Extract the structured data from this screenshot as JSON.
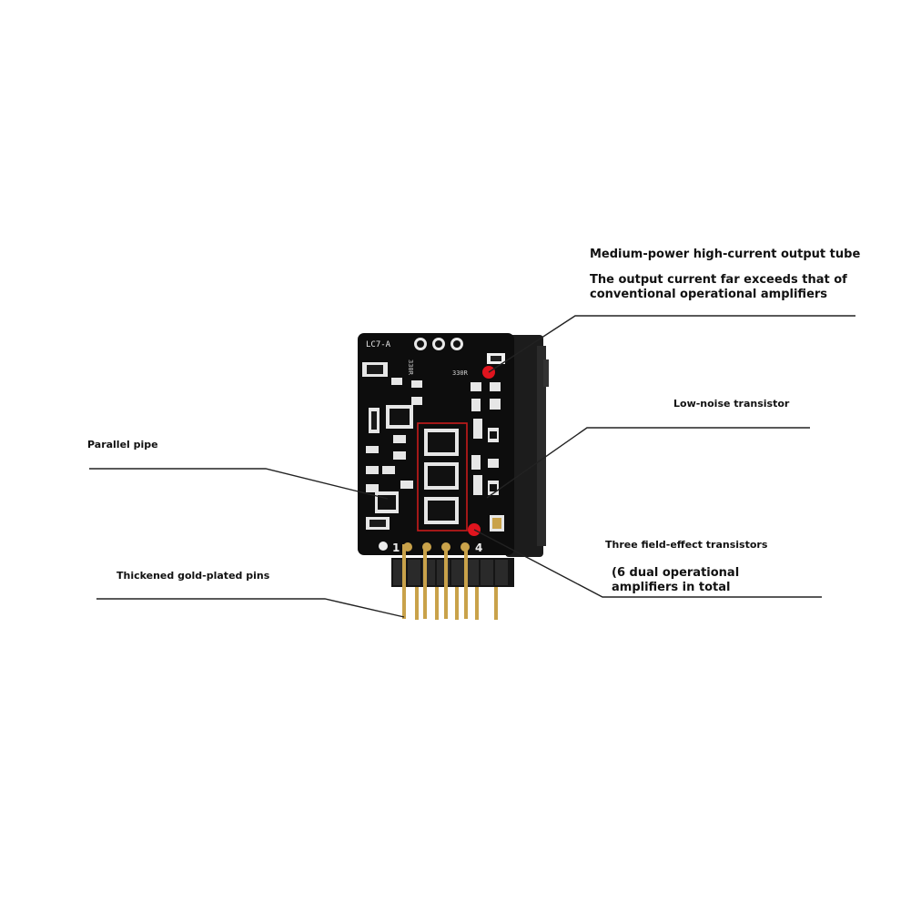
{
  "annotations": {
    "output_tube_title": "Medium-power high-current output tube",
    "output_tube_desc_line1": "The output current far exceeds that of",
    "output_tube_desc_line2": "conventional operational amplifiers",
    "low_noise": "Low-noise transistor",
    "parallel_pipe": "Parallel pipe",
    "fet_title": "Three field-effect transistors",
    "fet_desc_line1": "(6 dual operational",
    "fet_desc_line2": "amplifiers in total",
    "pins": "Thickened gold-plated pins"
  },
  "board": {
    "model_label": "LC7-A",
    "silk_code_1": "330R",
    "silk_code_2": "330R",
    "pin_first": "1",
    "pin_last": "4"
  },
  "colors": {
    "pcb": "#0d0d0d",
    "accent_red": "#e0141e",
    "pin_gold": "#c9a24a"
  }
}
